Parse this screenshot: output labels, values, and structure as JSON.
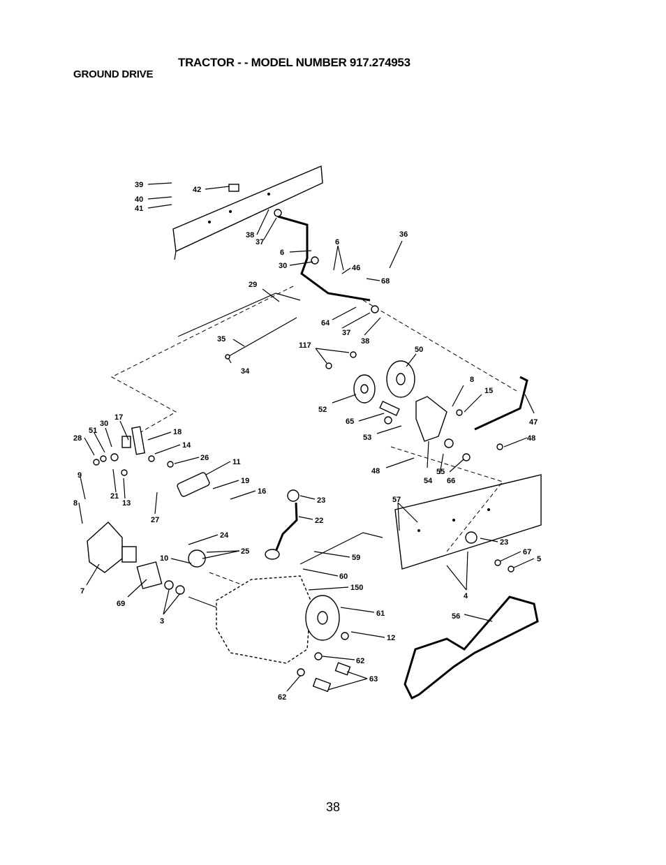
{
  "header": {
    "title": "TRACTOR - - MODEL NUMBER 917.274953",
    "section": "GROUND DRIVE"
  },
  "page_number": "38",
  "part_callouts": [
    "39",
    "40",
    "41",
    "42",
    "38",
    "37",
    "36",
    "6",
    "6",
    "30",
    "46",
    "68",
    "29",
    "64",
    "37",
    "38",
    "35",
    "34",
    "117",
    "50",
    "8",
    "15",
    "47",
    "52",
    "65",
    "53",
    "48",
    "48",
    "55",
    "54",
    "66",
    "17",
    "30",
    "51",
    "28",
    "18",
    "14",
    "26",
    "11",
    "19",
    "16",
    "9",
    "21",
    "13",
    "27",
    "8",
    "23",
    "22",
    "57",
    "23",
    "67",
    "5",
    "24",
    "25",
    "10",
    "59",
    "60",
    "150",
    "7",
    "69",
    "3",
    "4",
    "56",
    "61",
    "12",
    "62",
    "63",
    "62"
  ]
}
